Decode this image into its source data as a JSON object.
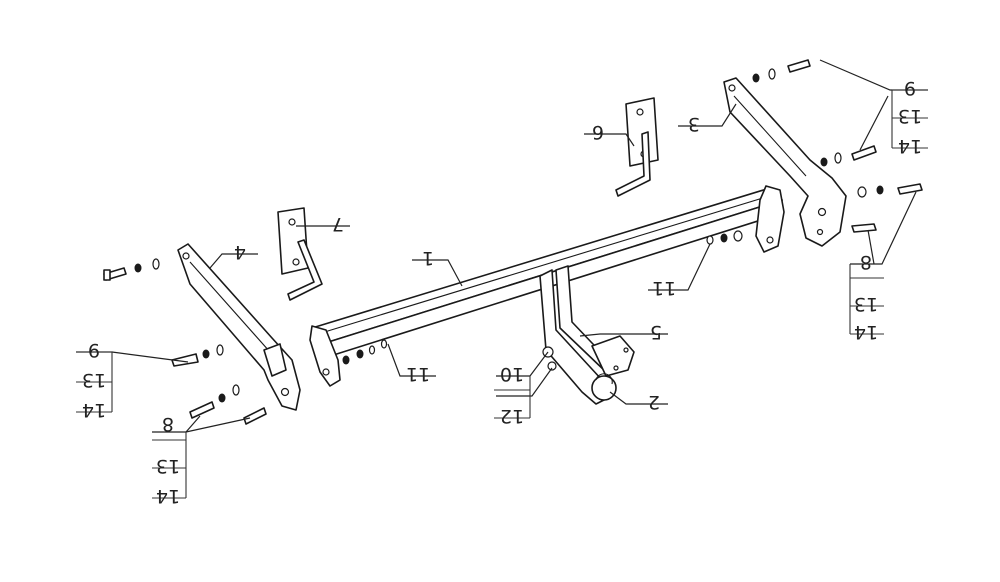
{
  "labels": {
    "main_beam": "1",
    "tow_ball": "2",
    "right_bracket": "3",
    "left_bracket": "4",
    "ball_mount": "5",
    "right_clamp": "6",
    "left_clamp": "7",
    "bolt_a": "8",
    "bolt_b": "9",
    "mount_bolt": "10",
    "nut_set": "11",
    "mount_nut": "12",
    "washer": "13",
    "spring_washer": "14"
  },
  "colors": {
    "line": "#1a1a1a",
    "background": "#ffffff"
  }
}
